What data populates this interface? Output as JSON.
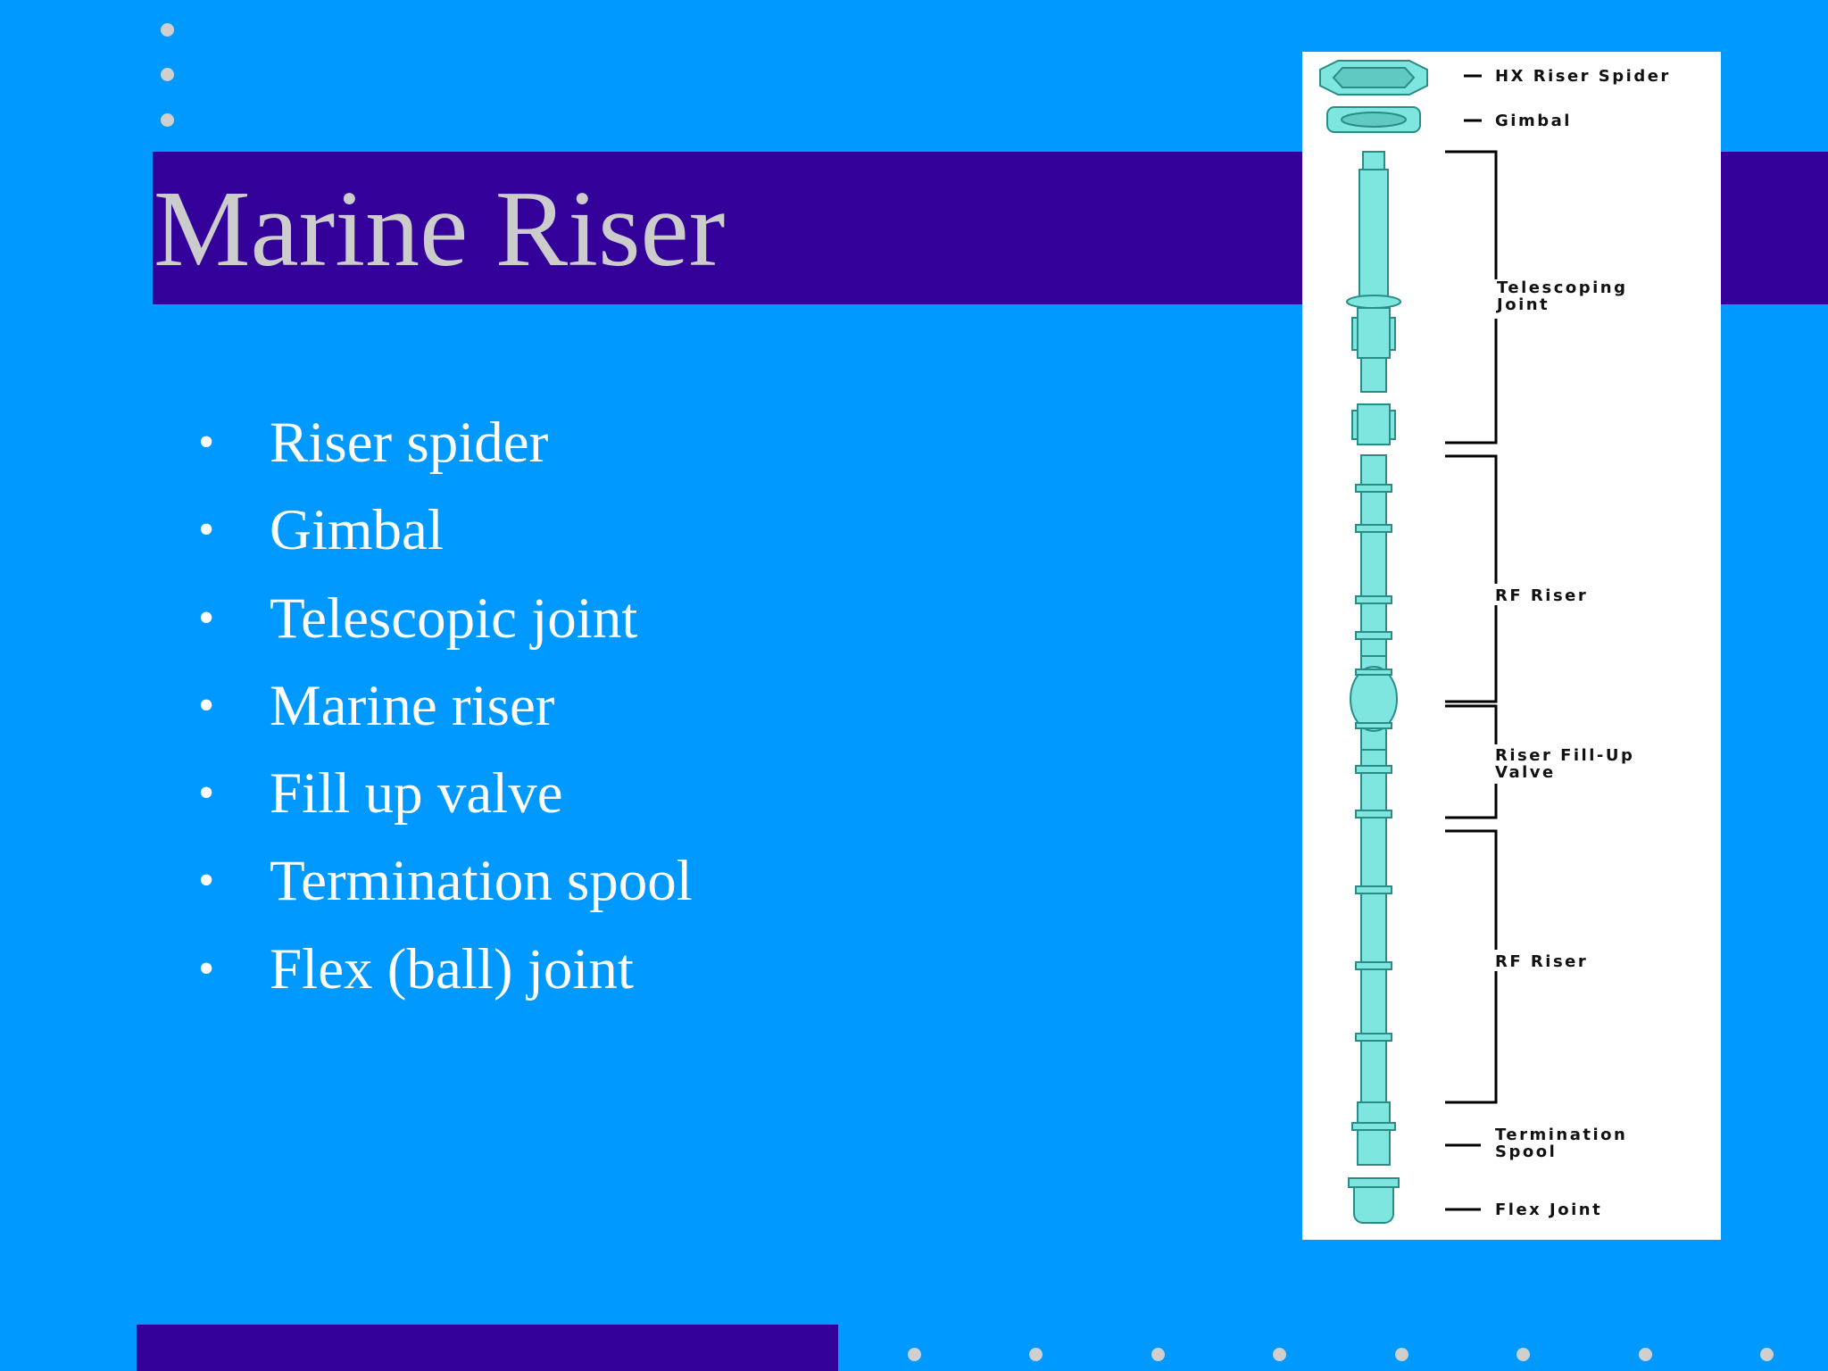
{
  "slide": {
    "title": "Marine Riser",
    "bullets": [
      "Riser spider",
      "Gimbal",
      "Telescopic joint",
      "Marine riser",
      "Fill up valve",
      "Termination spool",
      "Flex (ball) joint"
    ]
  },
  "diagram": {
    "labels": {
      "hx_riser_spider": "HX Riser Spider",
      "gimbal": "Gimbal",
      "telescoping_joint_1": "Telescoping",
      "telescoping_joint_2": "Joint",
      "rf_riser_upper": "RF Riser",
      "fill_up_valve_1": "Riser Fill-Up",
      "fill_up_valve_2": "Valve",
      "rf_riser_lower": "RF Riser",
      "termination_spool_1": "Termination",
      "termination_spool_2": "Spool",
      "flex_joint": "Flex Joint"
    }
  },
  "colors": {
    "background": "#0099ff",
    "band": "#330099",
    "title_text": "#cccccc",
    "bullet_text": "#ffffff",
    "dots": "#cfcfcf",
    "riser_fill": "#7fe6df",
    "riser_stroke": "#2a8c86"
  }
}
